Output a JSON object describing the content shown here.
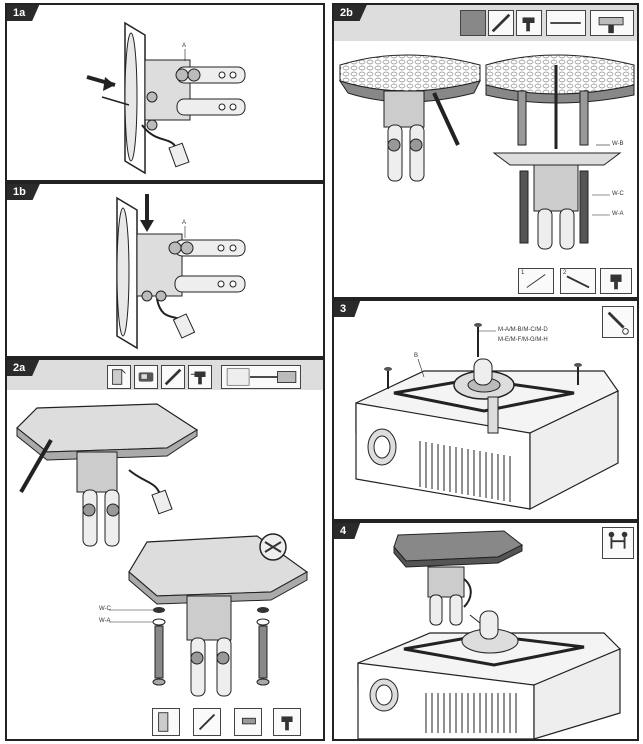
{
  "steps": {
    "s1a": {
      "tag": "1a",
      "parts": [
        "A"
      ]
    },
    "s1b": {
      "tag": "1b",
      "parts": [
        "A"
      ]
    },
    "s2a": {
      "tag": "2a",
      "parts": [
        "W-C",
        "W-A"
      ]
    },
    "s2b": {
      "tag": "2b",
      "parts": [
        "W-B",
        "W-C",
        "W-A"
      ],
      "tool_digits": [
        "1",
        "2"
      ]
    },
    "s3": {
      "tag": "3",
      "parts": [
        "M-A/M-B/M-C/M-D",
        "M-E/M-F/M-G/M-H",
        "B"
      ]
    },
    "s4": {
      "tag": "4"
    }
  },
  "icons": {
    "s2a_tools": [
      "wall-board-icon",
      "stud-finder-icon",
      "pencil-icon",
      "drill-icon",
      "drill-bit-size-icon"
    ],
    "s2a_bottom": [
      "wall-check-icon",
      "mark-icon",
      "anchor-icon",
      "drill-icon"
    ],
    "s2b_tools": [
      "concrete-icon",
      "pencil-icon",
      "drill-icon",
      "drill-bit-size-icon",
      "drill-icon"
    ],
    "s2b_bottom": [
      "mark-icon",
      "drill-icon",
      "screwdriver-icon"
    ],
    "s3_tools": [
      "screwdriver-icon"
    ],
    "s4_tools": [
      "two-person-icon"
    ]
  }
}
